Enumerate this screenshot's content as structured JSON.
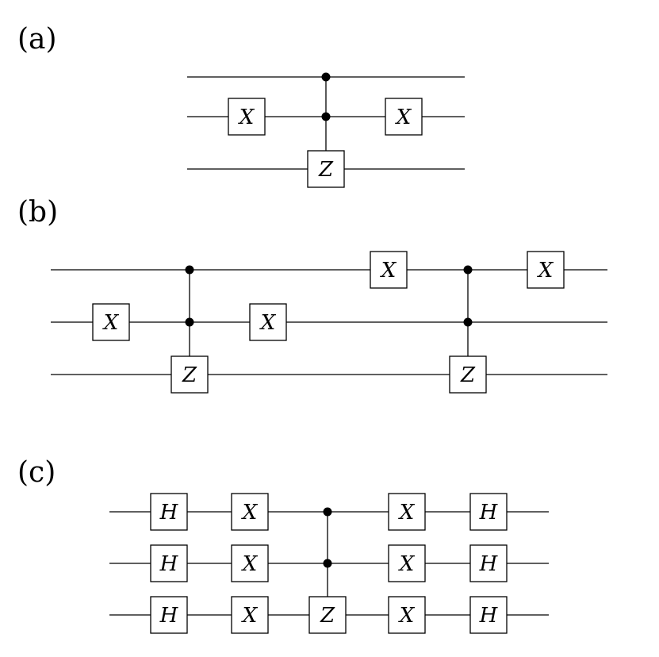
{
  "panels": [
    {
      "label": "(a)",
      "wires": 3,
      "gates": [
        {
          "type": "box",
          "text": "X",
          "wire": 1
        },
        {
          "type": "control",
          "controls": [
            0,
            1
          ],
          "target": 2,
          "text": "Z"
        },
        {
          "type": "box",
          "text": "X",
          "wire": 1
        }
      ]
    },
    {
      "label": "(b)",
      "wires": 3,
      "gates": [
        {
          "type": "box",
          "text": "X",
          "wire": 1
        },
        {
          "type": "control",
          "controls": [
            0,
            1
          ],
          "target": 2,
          "text": "Z"
        },
        {
          "type": "box",
          "text": "X",
          "wire": 1
        },
        {
          "type": "box",
          "text": "X",
          "wire": 0
        },
        {
          "type": "control",
          "controls": [
            0,
            1
          ],
          "target": 2,
          "text": "Z"
        },
        {
          "type": "box",
          "text": "X",
          "wire": 0
        }
      ]
    },
    {
      "label": "(c)",
      "wires": 3,
      "gates": [
        {
          "type": "column",
          "text": "H",
          "wires": [
            0,
            1,
            2
          ]
        },
        {
          "type": "column",
          "text": "X",
          "wires": [
            0,
            1,
            2
          ]
        },
        {
          "type": "control",
          "controls": [
            0,
            1
          ],
          "target": 2,
          "text": "Z"
        },
        {
          "type": "column",
          "text": "X",
          "wires": [
            0,
            1,
            2
          ]
        },
        {
          "type": "column",
          "text": "H",
          "wires": [
            0,
            1,
            2
          ]
        }
      ]
    }
  ]
}
